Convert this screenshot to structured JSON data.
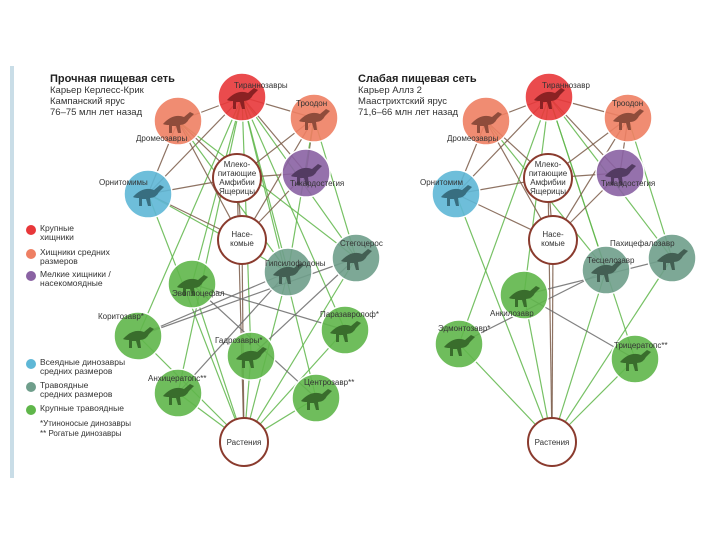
{
  "left_panel": {
    "title": "Прочная пищевая сеть",
    "subtitle": [
      "Карьер Керлесс-Крик",
      "Кампанский ярус",
      "76–75 млн лет назад"
    ]
  },
  "right_panel": {
    "title": "Слабая пищевая сеть",
    "subtitle": [
      "Карьер Аллз 2",
      "Маастрихтский ярус",
      "71,6–66 млн лет назад"
    ]
  },
  "legend": {
    "top": [
      {
        "label": "Крупные\nхищники",
        "color": "#e8373a"
      },
      {
        "label": "Хищники средних\nразмеров",
        "color": "#ee7f63"
      },
      {
        "label": "Мелкие хищники /\nнасекомоядные",
        "color": "#8a62a3"
      }
    ],
    "bottom": [
      {
        "label": "Всеядные динозавры\nсредних размеров",
        "color": "#5eb7d6"
      },
      {
        "label": "Травоядные\nсредних размеров",
        "color": "#6f9e8b"
      },
      {
        "label": "Крупные травоядные",
        "color": "#5fb64a"
      }
    ],
    "notes": [
      "*Утиноносые динозавры",
      "** Рогатые динозавры"
    ]
  },
  "labels": {
    "tyrannosaurs": "Тираннозавры",
    "tyrannosaur": "Тираннозавр",
    "troodon": "Троодон",
    "dromaeosaurs": "Дромеозавры",
    "small_animals": [
      "Млеко-",
      "питающие",
      "Амфибии",
      "Ящерицы"
    ],
    "ornithomimids": "Орнитомимы",
    "ornithomim": "Орнитомим",
    "caenagnathidae": "Тикардостегия",
    "insects": [
      "Насе-",
      "комые"
    ],
    "stegoceras": "Стегоцерос",
    "hypsilophodonts": "Гипсилофодоны",
    "euoplocephalus": "Эвоплоцефал",
    "parasaurolophus": "Паразавролоф*",
    "corythosaurus": "Коритозавр*",
    "gryposaurus": "Гадрозавры*",
    "anchiceratops": "Анхицератопс**",
    "centrosaurus": "Центрозавр**",
    "plants": "Растения",
    "pachycephalosaurus": "Пахицефалозавр",
    "thescelosaurus": "Тесцелозавр",
    "ankylosaurus": "Анкилозавр",
    "edmontosaurus": "Эдмонтозавр*",
    "triceratops": "Трицератопс**"
  },
  "colors": {
    "large_predator": "#e8373a",
    "mid_predator": "#ee7f63",
    "small_predator": "#8a62a3",
    "omnivore": "#5eb7d6",
    "mid_herbivore": "#6f9e8b",
    "large_herbivore": "#5fb64a",
    "link_brown": "#7a5a48",
    "link_green": "#5fb64a",
    "link_grey": "#6b6b6b",
    "white_node_border": "#8a3b2e"
  }
}
